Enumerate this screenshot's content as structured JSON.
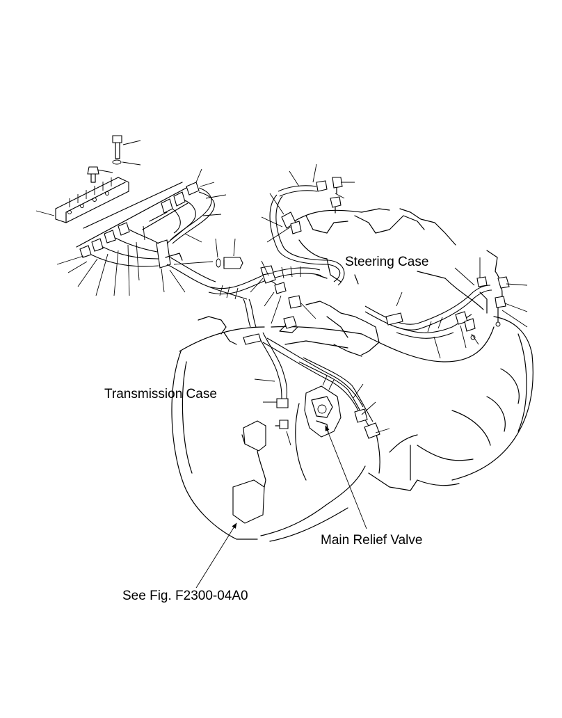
{
  "labels": {
    "steering_case": "Steering Case",
    "transmission_case": "Transmission Case",
    "main_relief_valve": "Main Relief Valve",
    "see_fig": "See Fig. F2300-04A0"
  },
  "colors": {
    "line": "#000000",
    "background": "#ffffff"
  }
}
